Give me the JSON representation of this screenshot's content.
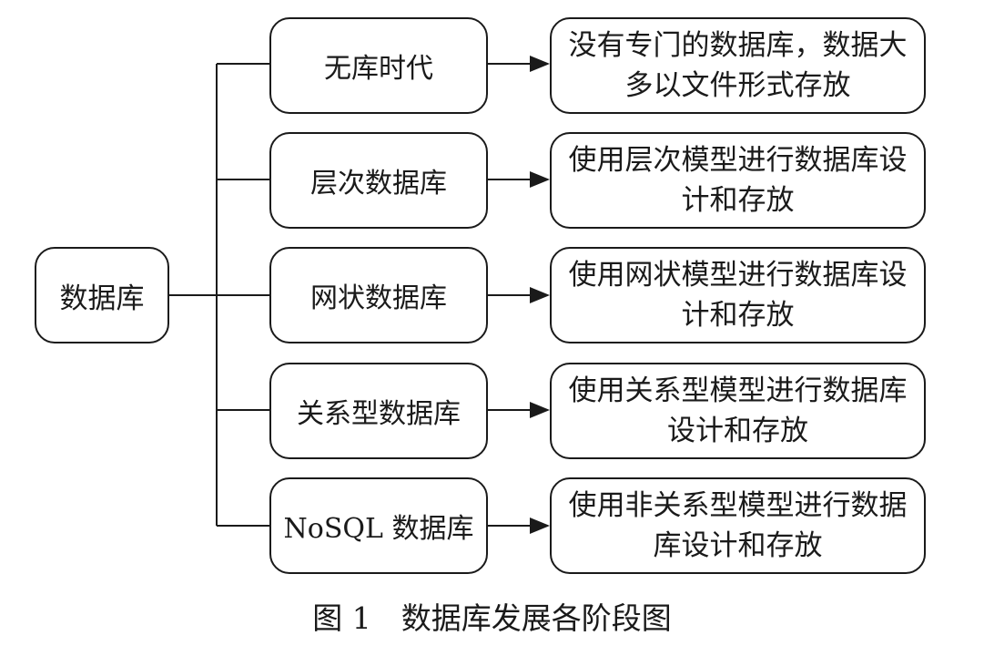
{
  "root": {
    "label": "数据库"
  },
  "stages": [
    {
      "label": "无库时代",
      "description": "没有专门的数据库，数据大多以文件形式存放"
    },
    {
      "label": "层次数据库",
      "description": "使用层次模型进行数据库设计和存放"
    },
    {
      "label": "网状数据库",
      "description": "使用网状模型进行数据库设计和存放"
    },
    {
      "label": "关系型数据库",
      "description": "使用关系型模型进行数据库设计和存放"
    },
    {
      "label": "NoSQL 数据库",
      "description": "使用非关系型模型进行数据库设计和存放"
    }
  ],
  "caption": "图 1　数据库发展各阶段图"
}
